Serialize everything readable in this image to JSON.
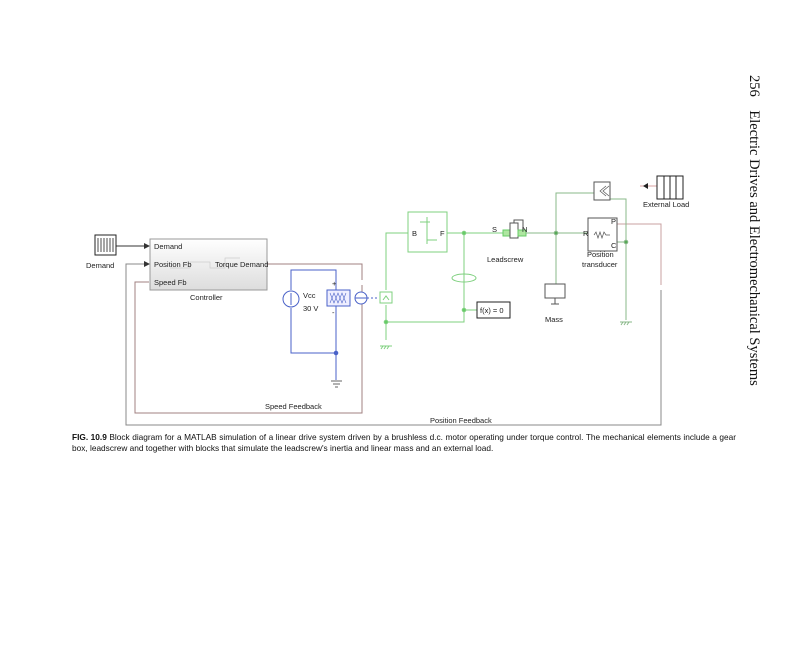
{
  "running_head": {
    "page_number": "256",
    "title": "Electric Drives and Electromechanical Systems"
  },
  "figure": {
    "blocks": {
      "demand": "Demand",
      "controller": "Controller",
      "controller_ports": {
        "in1": "Demand",
        "in2": "Position Fb",
        "in3": "Speed Fb",
        "out1": "Torque Demand"
      },
      "vcc_name": "Vcc",
      "vcc_value": "30 V",
      "leadscrew": "Leadscrew",
      "mass": "Mass",
      "position_transducer_1": "Position",
      "position_transducer_2": "transducer",
      "external_load": "External Load",
      "solver": "f(x) = 0"
    },
    "signals": {
      "speed_feedback": "Speed Feedback",
      "position_feedback": "Position Feedback"
    },
    "ports": {
      "B": "B",
      "F": "F",
      "S": "S",
      "N": "N",
      "R": "R",
      "C": "C",
      "P": "P",
      "plus": "+",
      "minus": "-"
    },
    "colors": {
      "signal": "#333333",
      "feedback": "#a08080",
      "electrical": "#4a62c8",
      "mechanical": "#7fd07f"
    }
  },
  "caption": {
    "label": "FIG. 10.9",
    "text": "Block diagram for a MATLAB simulation of a linear drive system driven by a brushless d.c. motor operating under torque control. The mechanical elements include a gear box, leadscrew and together with blocks that simulate the leadscrew's inertia and linear mass and an external load."
  }
}
